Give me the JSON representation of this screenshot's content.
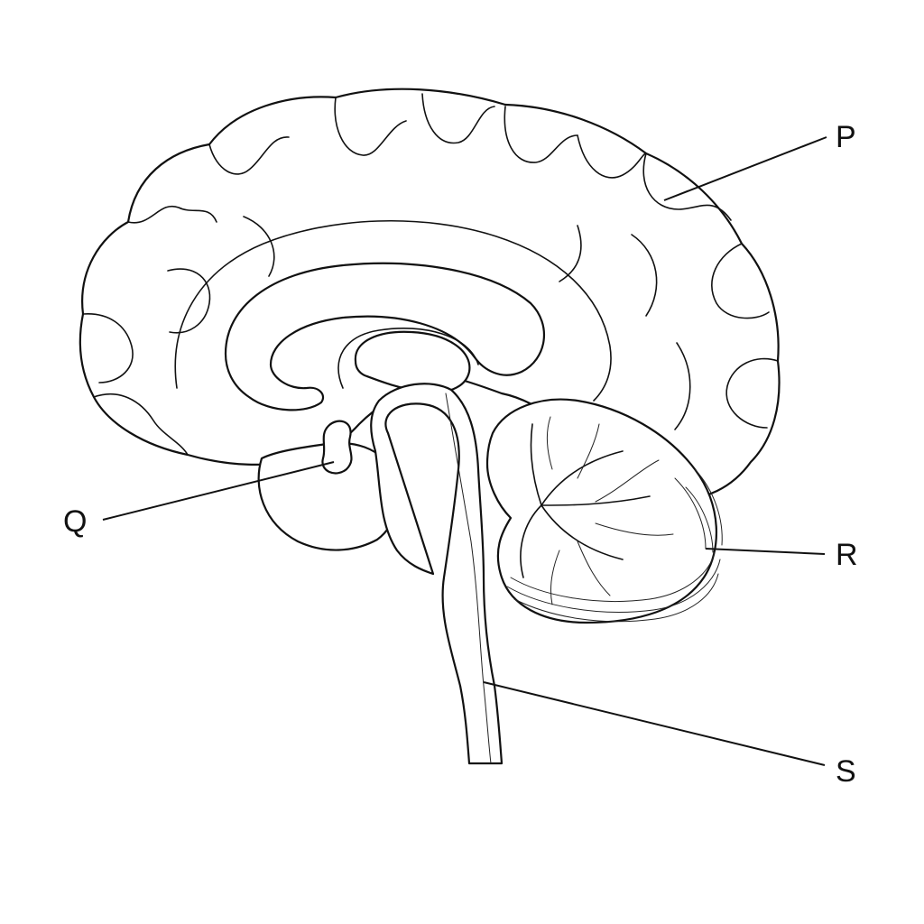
{
  "labels": {
    "p": "P",
    "q": "Q",
    "r": "R",
    "s": "S"
  },
  "colors": {
    "line": "#111111",
    "background": "#ffffff"
  }
}
